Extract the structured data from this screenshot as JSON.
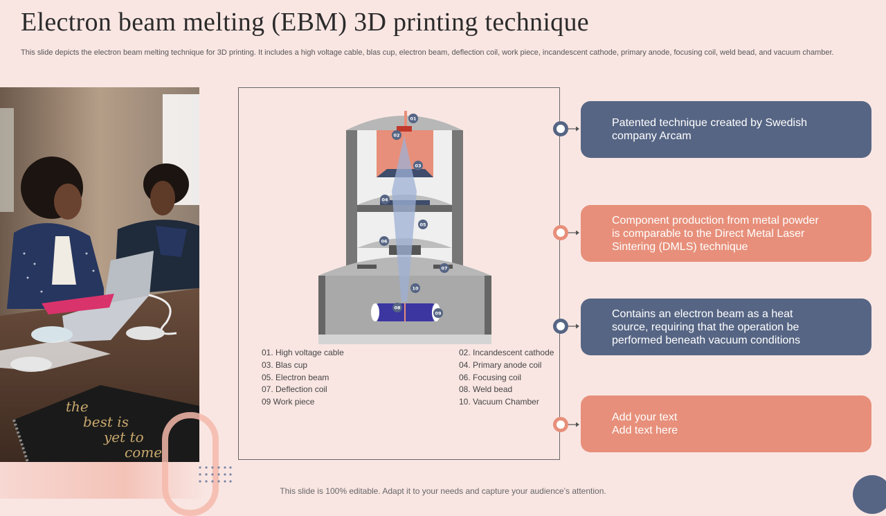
{
  "title": "Electron beam melting (EBM) 3D printing technique",
  "subtitle": "This slide depicts the electron beam melting technique for 3D printing. It includes a high voltage cable, blas cup, electron beam, deflection coil, work piece, incandescent cathode, primary anode, focusing coil, weld bead, and vacuum chamber.",
  "diagram": {
    "markers": [
      "01",
      "02",
      "03",
      "04",
      "05",
      "06",
      "07",
      "08",
      "09",
      "10"
    ],
    "legend_left": [
      "01. High voltage cable",
      "03. Blas cup",
      "05. Electron beam",
      "07. Deflection coil",
      "09 Work piece"
    ],
    "legend_right": [
      "02. Incandescent cathode",
      "04. Primary anode coil",
      "06. Focusing coil",
      "08. Weld bead",
      "10. Vacuum Chamber"
    ]
  },
  "cards": [
    {
      "text": "Patented technique  created by Swedish\ncompany Arcam",
      "color": "#566584"
    },
    {
      "text": "Component production from metal powder\nis comparable to the Direct Metal Laser\nSintering (DMLS) technique",
      "color": "#e78f7a"
    },
    {
      "text": "Contains an electron beam as a heat\nsource, requiring that the operation be\nperformed beneath vacuum conditions",
      "color": "#566584"
    },
    {
      "text": "Add your text\nAdd text here",
      "color": "#e78f7a"
    }
  ],
  "footer": "This slide is 100% editable. Adapt it to your needs and capture your audience’s attention.",
  "photo": {
    "notebook_text": [
      "the",
      "best is",
      "yet to",
      "come"
    ]
  },
  "colors": {
    "accent_blue": "#566584",
    "accent_salmon": "#e78f7a",
    "background": "#f9e6e3"
  }
}
